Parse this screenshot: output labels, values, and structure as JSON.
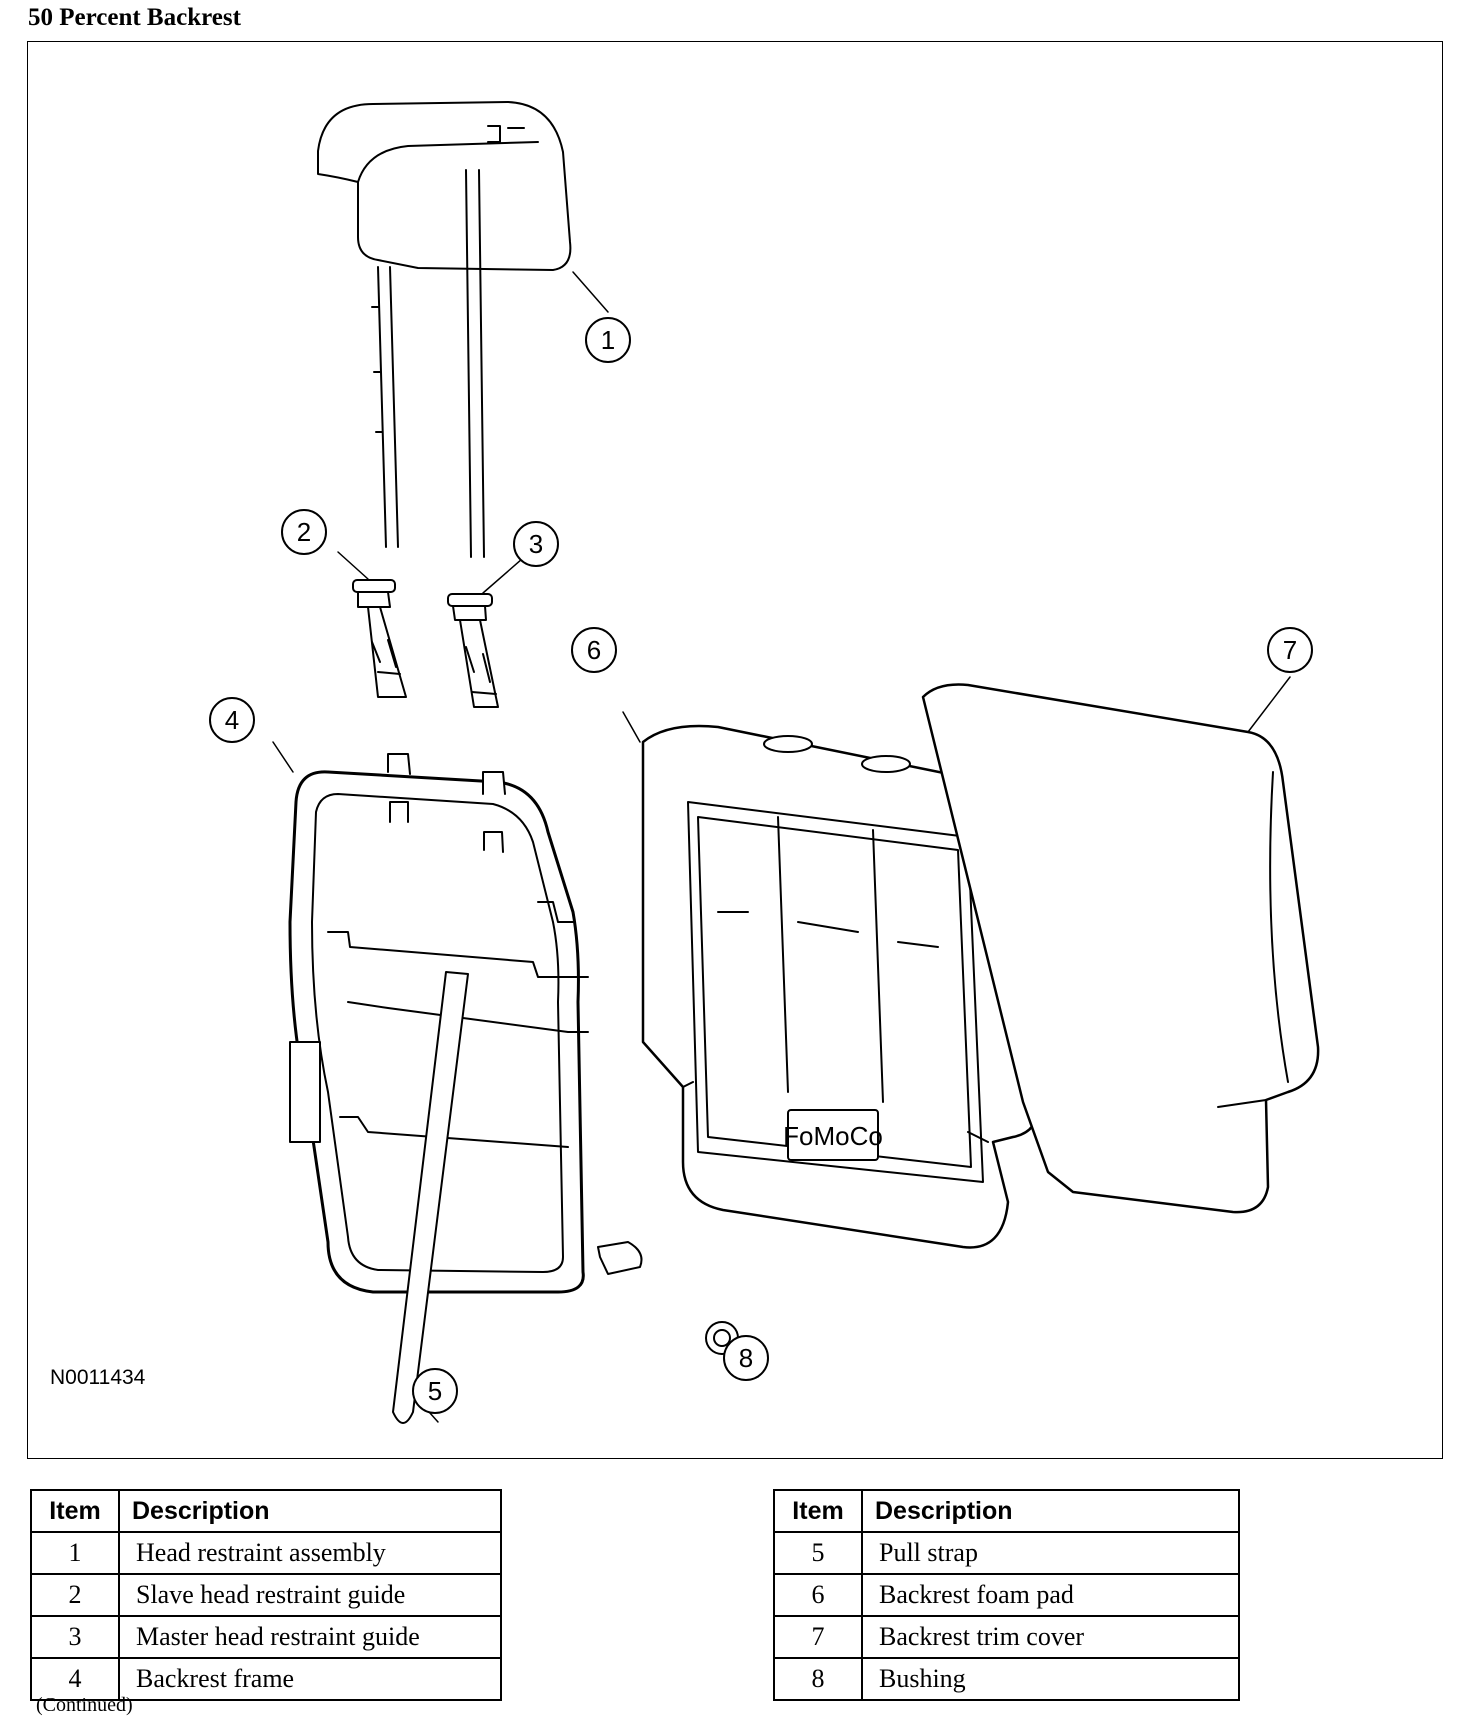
{
  "title": "50 Percent Backrest",
  "figure_id": "N0011434",
  "callouts": [
    "1",
    "2",
    "3",
    "4",
    "5",
    "6",
    "7",
    "8"
  ],
  "logo_text": "FoMoCo",
  "legend_left": {
    "headers": {
      "item": "Item",
      "description": "Description"
    },
    "rows": [
      {
        "item": "1",
        "description": "Head restraint assembly"
      },
      {
        "item": "2",
        "description": "Slave head restraint guide"
      },
      {
        "item": "3",
        "description": "Master head restraint guide"
      },
      {
        "item": "4",
        "description": "Backrest frame"
      }
    ]
  },
  "legend_right": {
    "headers": {
      "item": "Item",
      "description": "Description"
    },
    "rows": [
      {
        "item": "5",
        "description": "Pull strap"
      },
      {
        "item": "6",
        "description": "Backrest foam pad"
      },
      {
        "item": "7",
        "description": "Backrest trim cover"
      },
      {
        "item": "8",
        "description": "Bushing"
      }
    ]
  },
  "continued": "(Continued)"
}
